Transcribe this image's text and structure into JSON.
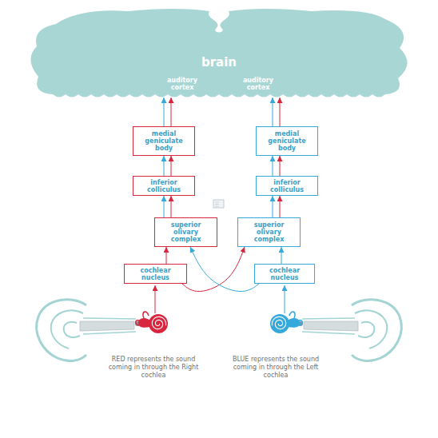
{
  "diagram": {
    "nodes": [
      {
        "text": [
          "brain"
        ]
      },
      {
        "text": [
          "auditory cortex"
        ],
        "in": 0
      },
      {
        "text": [
          "auditory cortex"
        ],
        "in": 0
      },
      {
        "text": [
          "medial geniculate body"
        ]
      },
      {
        "text": [
          "medial geniculate body"
        ]
      },
      {
        "text": [
          "inferior colliculus"
        ]
      },
      {
        "text": [
          "inferior colliculus"
        ]
      },
      {
        "text": [
          "superior olivary complex"
        ]
      },
      {
        "text": [
          "superior olivary complex"
        ]
      },
      {
        "text": [
          "cochlear nucleus"
        ]
      },
      {
        "text": [
          "cochlear nucleus"
        ]
      }
    ],
    "edges": [
      {
        "from": 9,
        "to": 7,
        "arrow": "to"
      },
      {
        "from": 9,
        "to": 8,
        "arrow": "to"
      },
      {
        "from": 10,
        "to": 8,
        "arrow": "to"
      },
      {
        "from": 10,
        "to": 7,
        "arrow": "to"
      },
      {
        "from": 7,
        "to": 5,
        "arrow": "to"
      },
      {
        "from": 7,
        "to": 5,
        "arrow": "to"
      },
      {
        "from": 8,
        "to": 6,
        "arrow": "to"
      },
      {
        "from": 8,
        "to": 6,
        "arrow": "to"
      },
      {
        "from": 5,
        "to": 3,
        "arrow": "to"
      },
      {
        "from": 5,
        "to": 3,
        "arrow": "to"
      },
      {
        "from": 6,
        "to": 4,
        "arrow": "to"
      },
      {
        "from": 6,
        "to": 4,
        "arrow": "to"
      },
      {
        "from": 3,
        "to": 1,
        "arrow": "to"
      },
      {
        "from": 3,
        "to": 1,
        "arrow": "to"
      },
      {
        "from": 4,
        "to": 2,
        "arrow": "to"
      },
      {
        "from": 4,
        "to": 2,
        "arrow": "to"
      }
    ],
    "legend": [
      {
        "text": "RED represents the sound coming in through the Right cochlea",
        "color": "#d7263d"
      },
      {
        "text": "BLUE represents the sound coming in through the Left cochlea",
        "color": "#35a9db"
      }
    ]
  }
}
